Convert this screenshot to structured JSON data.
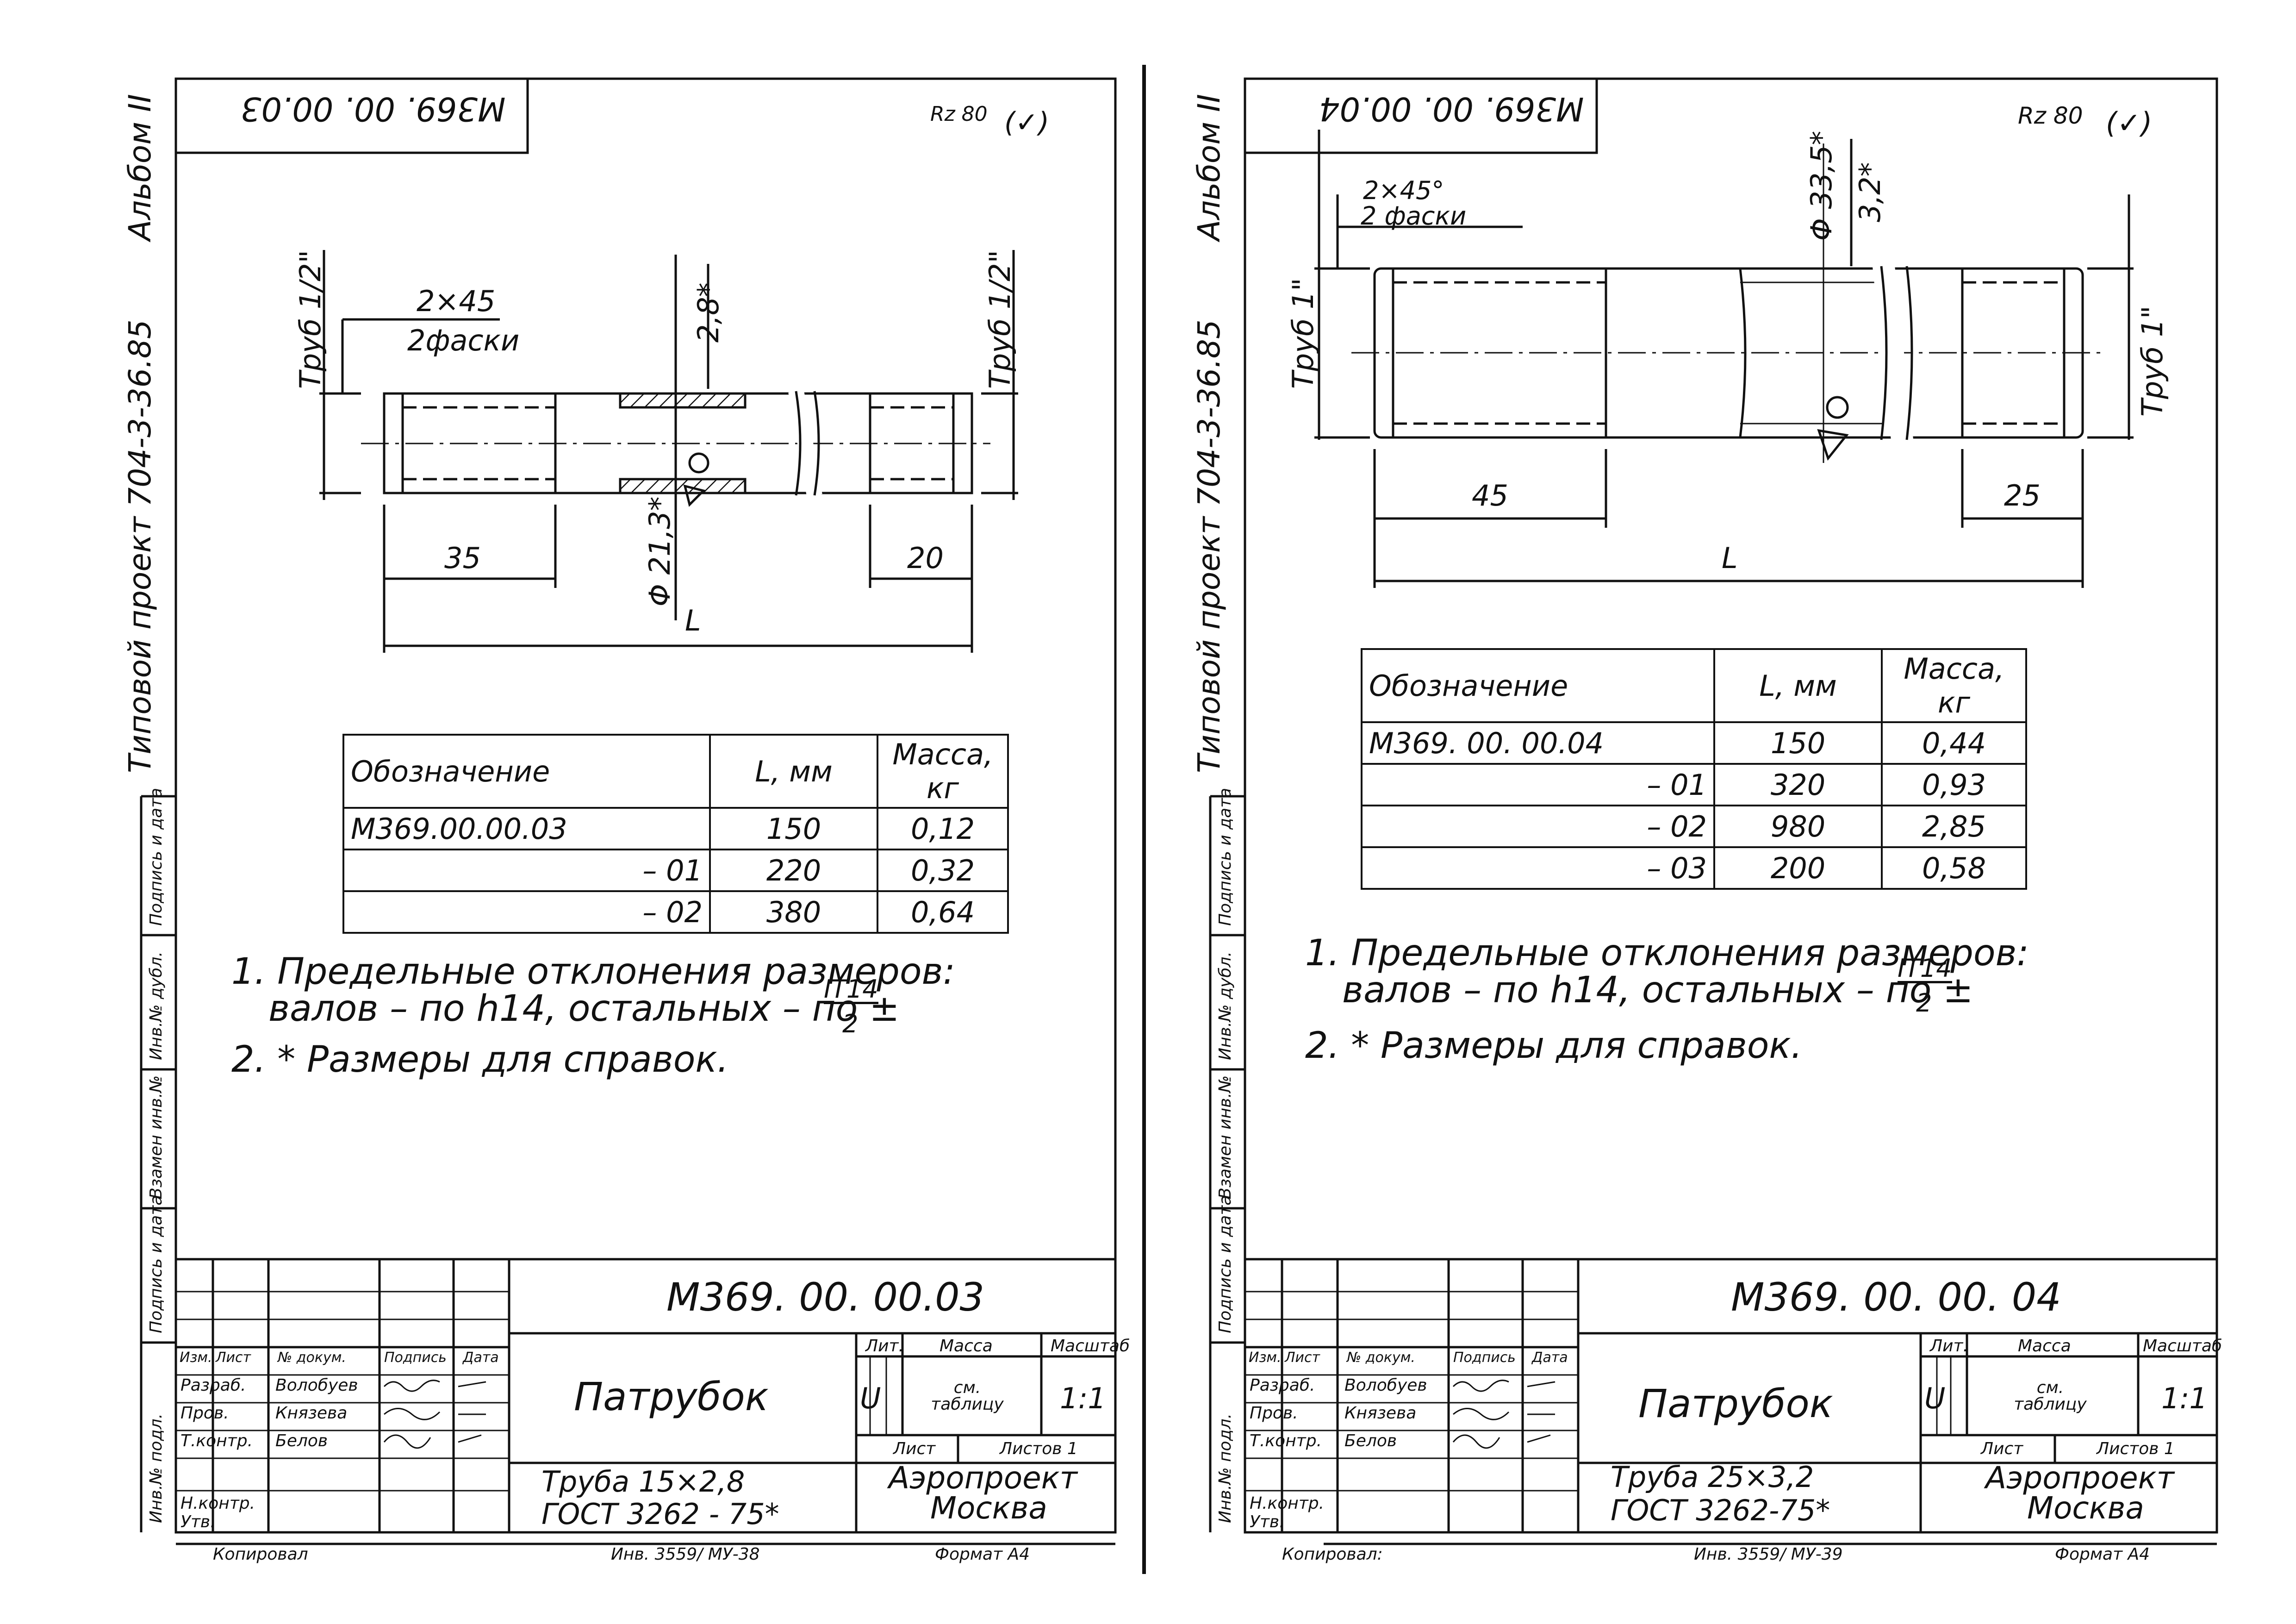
{
  "sheets": [
    {
      "doc_number": "M369. 00. 00.03",
      "corner_stamp": "M369. 00. 00.03",
      "roughness": "Rz 80",
      "roughness_sym": "(✓)",
      "side_title": "Типовой проект 704-3-36.85",
      "album": "Альбом II",
      "side_stamps": [
        "Инв.№ подл.",
        "Подпись и дата",
        "Взамен инв.№",
        "Инв.№ дубл.",
        "Подпись и дата"
      ],
      "dims": {
        "thread_left": "Труб 1/2\"",
        "thread_right": "Труб 1/2\"",
        "chamfer": "2×45",
        "chamfer_note": "2фаски",
        "wall": "2,8*",
        "diameter": "Φ 21,3*",
        "len_left": "35",
        "len_right": "20",
        "total": "L"
      },
      "table": {
        "headers": [
          "Обозначение",
          "L, мм",
          "Масса, кг"
        ],
        "rows": [
          [
            "M369.00.00.03",
            "150",
            "0,12"
          ],
          [
            "– 01",
            "220",
            "0,32"
          ],
          [
            "– 02",
            "380",
            "0,64"
          ]
        ]
      },
      "notes": {
        "n1_line1": "1. Предельные  отклонения  размеров:",
        "n1_line2": "валов – по  h14,  остальных – по ±",
        "frac_num": "IT14",
        "frac_den": "2",
        "n2": "2. * Размеры для справок."
      },
      "title_block": {
        "number": "M369. 00. 00.03",
        "name": "Патрубок",
        "material_1": "Труба 15×2,8",
        "material_2": "ГОСТ 3262 - 75*",
        "org_1": "Аэропроект",
        "org_2": "Москва",
        "lit_h": "Лит.",
        "mass_h": "Масса",
        "scale_h": "Масштаб",
        "lit_v": "U",
        "mass_v": "см. таблицу",
        "scale_v": "1:1",
        "sheet_h": "Лист",
        "sheets_h": "Листов 1",
        "roles": [
          "Изм.",
          "Лист",
          "№ докум.",
          "Подпись",
          "Дата"
        ],
        "people": [
          [
            "Разраб.",
            "Волобуев"
          ],
          [
            "Пров.",
            "Князева"
          ],
          [
            "Т.контр.",
            "Белов"
          ],
          [
            "",
            ""
          ],
          [
            "Н.контр.",
            ""
          ],
          [
            "Утв.",
            ""
          ]
        ]
      },
      "footer": {
        "copied": "Копировал",
        "inv": "Инв. 3559/ МУ-38",
        "format": "Формат А4"
      }
    },
    {
      "doc_number": "M369. 00. 00. 04",
      "corner_stamp": "M369. 00. 00.04",
      "roughness": "Rz 80",
      "roughness_sym": "(✓)",
      "side_title": "Типовой проект 704-3-36.85",
      "album": "Альбом II",
      "side_stamps": [
        "Инв.№ подл.",
        "Подпись и дата",
        "Взамен инв.№",
        "Инв.№ дубл.",
        "Подпись и дата"
      ],
      "dims": {
        "thread_left": "Труб 1\"",
        "thread_right": "Труб 1\"",
        "chamfer": "2×45°",
        "chamfer_note": "2 фаски",
        "wall": "3,2*",
        "diameter": "Φ 33,5*",
        "len_left": "45",
        "len_right": "25",
        "total": "L"
      },
      "table": {
        "headers": [
          "Обозначение",
          "L, мм",
          "Масса, кг"
        ],
        "rows": [
          [
            "M369. 00. 00.04",
            "150",
            "0,44"
          ],
          [
            "– 01",
            "320",
            "0,93"
          ],
          [
            "– 02",
            "980",
            "2,85"
          ],
          [
            "– 03",
            "200",
            "0,58"
          ]
        ]
      },
      "notes": {
        "n1_line1": "1. Предельные  отклонения  размеров:",
        "n1_line2": "валов – по  h14,  остальных – по ±",
        "frac_num": "IT14",
        "frac_den": "2",
        "n2": "2. * Размеры для справок."
      },
      "title_block": {
        "number": "M369. 00. 00. 04",
        "name": "Патрубок",
        "material_1": "Труба 25×3,2",
        "material_2": "ГОСТ 3262-75*",
        "org_1": "Аэропроект",
        "org_2": "Москва",
        "lit_h": "Лит.",
        "mass_h": "Масса",
        "scale_h": "Масштаб",
        "lit_v": "U",
        "mass_v": "см. таблицу",
        "scale_v": "1:1",
        "sheet_h": "Лист",
        "sheets_h": "Листов 1",
        "roles": [
          "Изм.",
          "Лист",
          "№ докум.",
          "Подпись",
          "Дата"
        ],
        "people": [
          [
            "Разраб.",
            "Волобуев"
          ],
          [
            "Пров.",
            "Князева"
          ],
          [
            "Т.контр.",
            "Белов"
          ],
          [
            "",
            ""
          ],
          [
            "Н.контр.",
            ""
          ],
          [
            "Утв.",
            ""
          ]
        ]
      },
      "footer": {
        "copied": "Копировал:",
        "inv": "Инв. 3559/ МУ-39",
        "format": "Формат А4"
      }
    }
  ],
  "colors": {
    "ink": "#111111",
    "paper": "#ffffff"
  }
}
